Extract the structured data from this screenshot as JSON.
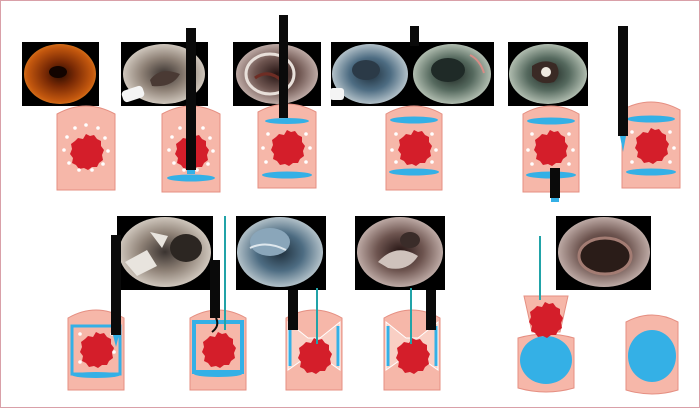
{
  "colors": {
    "frame_border": "#d9a0a8",
    "tube_fill": "#f6b7a9",
    "tube_edge": "#e58f82",
    "tumor": "#d41e2a",
    "lumen_blue": "#34b0e6",
    "scope_black": "#0a0a0a",
    "wire_teal": "#21a3a8",
    "dot_white": "#ffffff"
  },
  "figure": {
    "type": "endoscopic procedure step diagram",
    "rows": 2,
    "top_row": [
      {
        "step": 1,
        "photo": "orange-lumen",
        "scope": false,
        "cuts": "none"
      },
      {
        "step": 2,
        "photo": "pale-tissue-with-cap",
        "scope": true,
        "cuts": "bottom"
      },
      {
        "step": 3,
        "photo": "circular-incision",
        "scope": true,
        "cuts": "top-bottom"
      },
      {
        "step": 4,
        "photo": "bluish-mucosa-cap",
        "scope": false,
        "cuts": "top-bottom"
      },
      {
        "step": 5,
        "photo": "greenish-lumen",
        "scope": true,
        "cuts": "top-bottom"
      },
      {
        "step": 6,
        "photo": "exposed-wall",
        "scope": true,
        "cuts": "top-bottom"
      }
    ],
    "bottom_row": [
      {
        "step": 7,
        "photo": "dissection-with-cap",
        "scope": true,
        "cuts": "frame"
      },
      {
        "step": 8,
        "photo": "blue-submucosa",
        "scope": true,
        "cuts": "frame-wire"
      },
      {
        "step": 9,
        "photo": "tunnel-dissection",
        "scope": true,
        "cuts": "tunnel"
      },
      {
        "step": 10,
        "photo": "none",
        "scope": true,
        "cuts": "tunnel"
      },
      {
        "step": 11,
        "photo": "none",
        "scope": false,
        "cuts": "lifted"
      },
      {
        "step": 12,
        "photo": "resected-defect",
        "scope": false,
        "cuts": "defect"
      }
    ]
  }
}
